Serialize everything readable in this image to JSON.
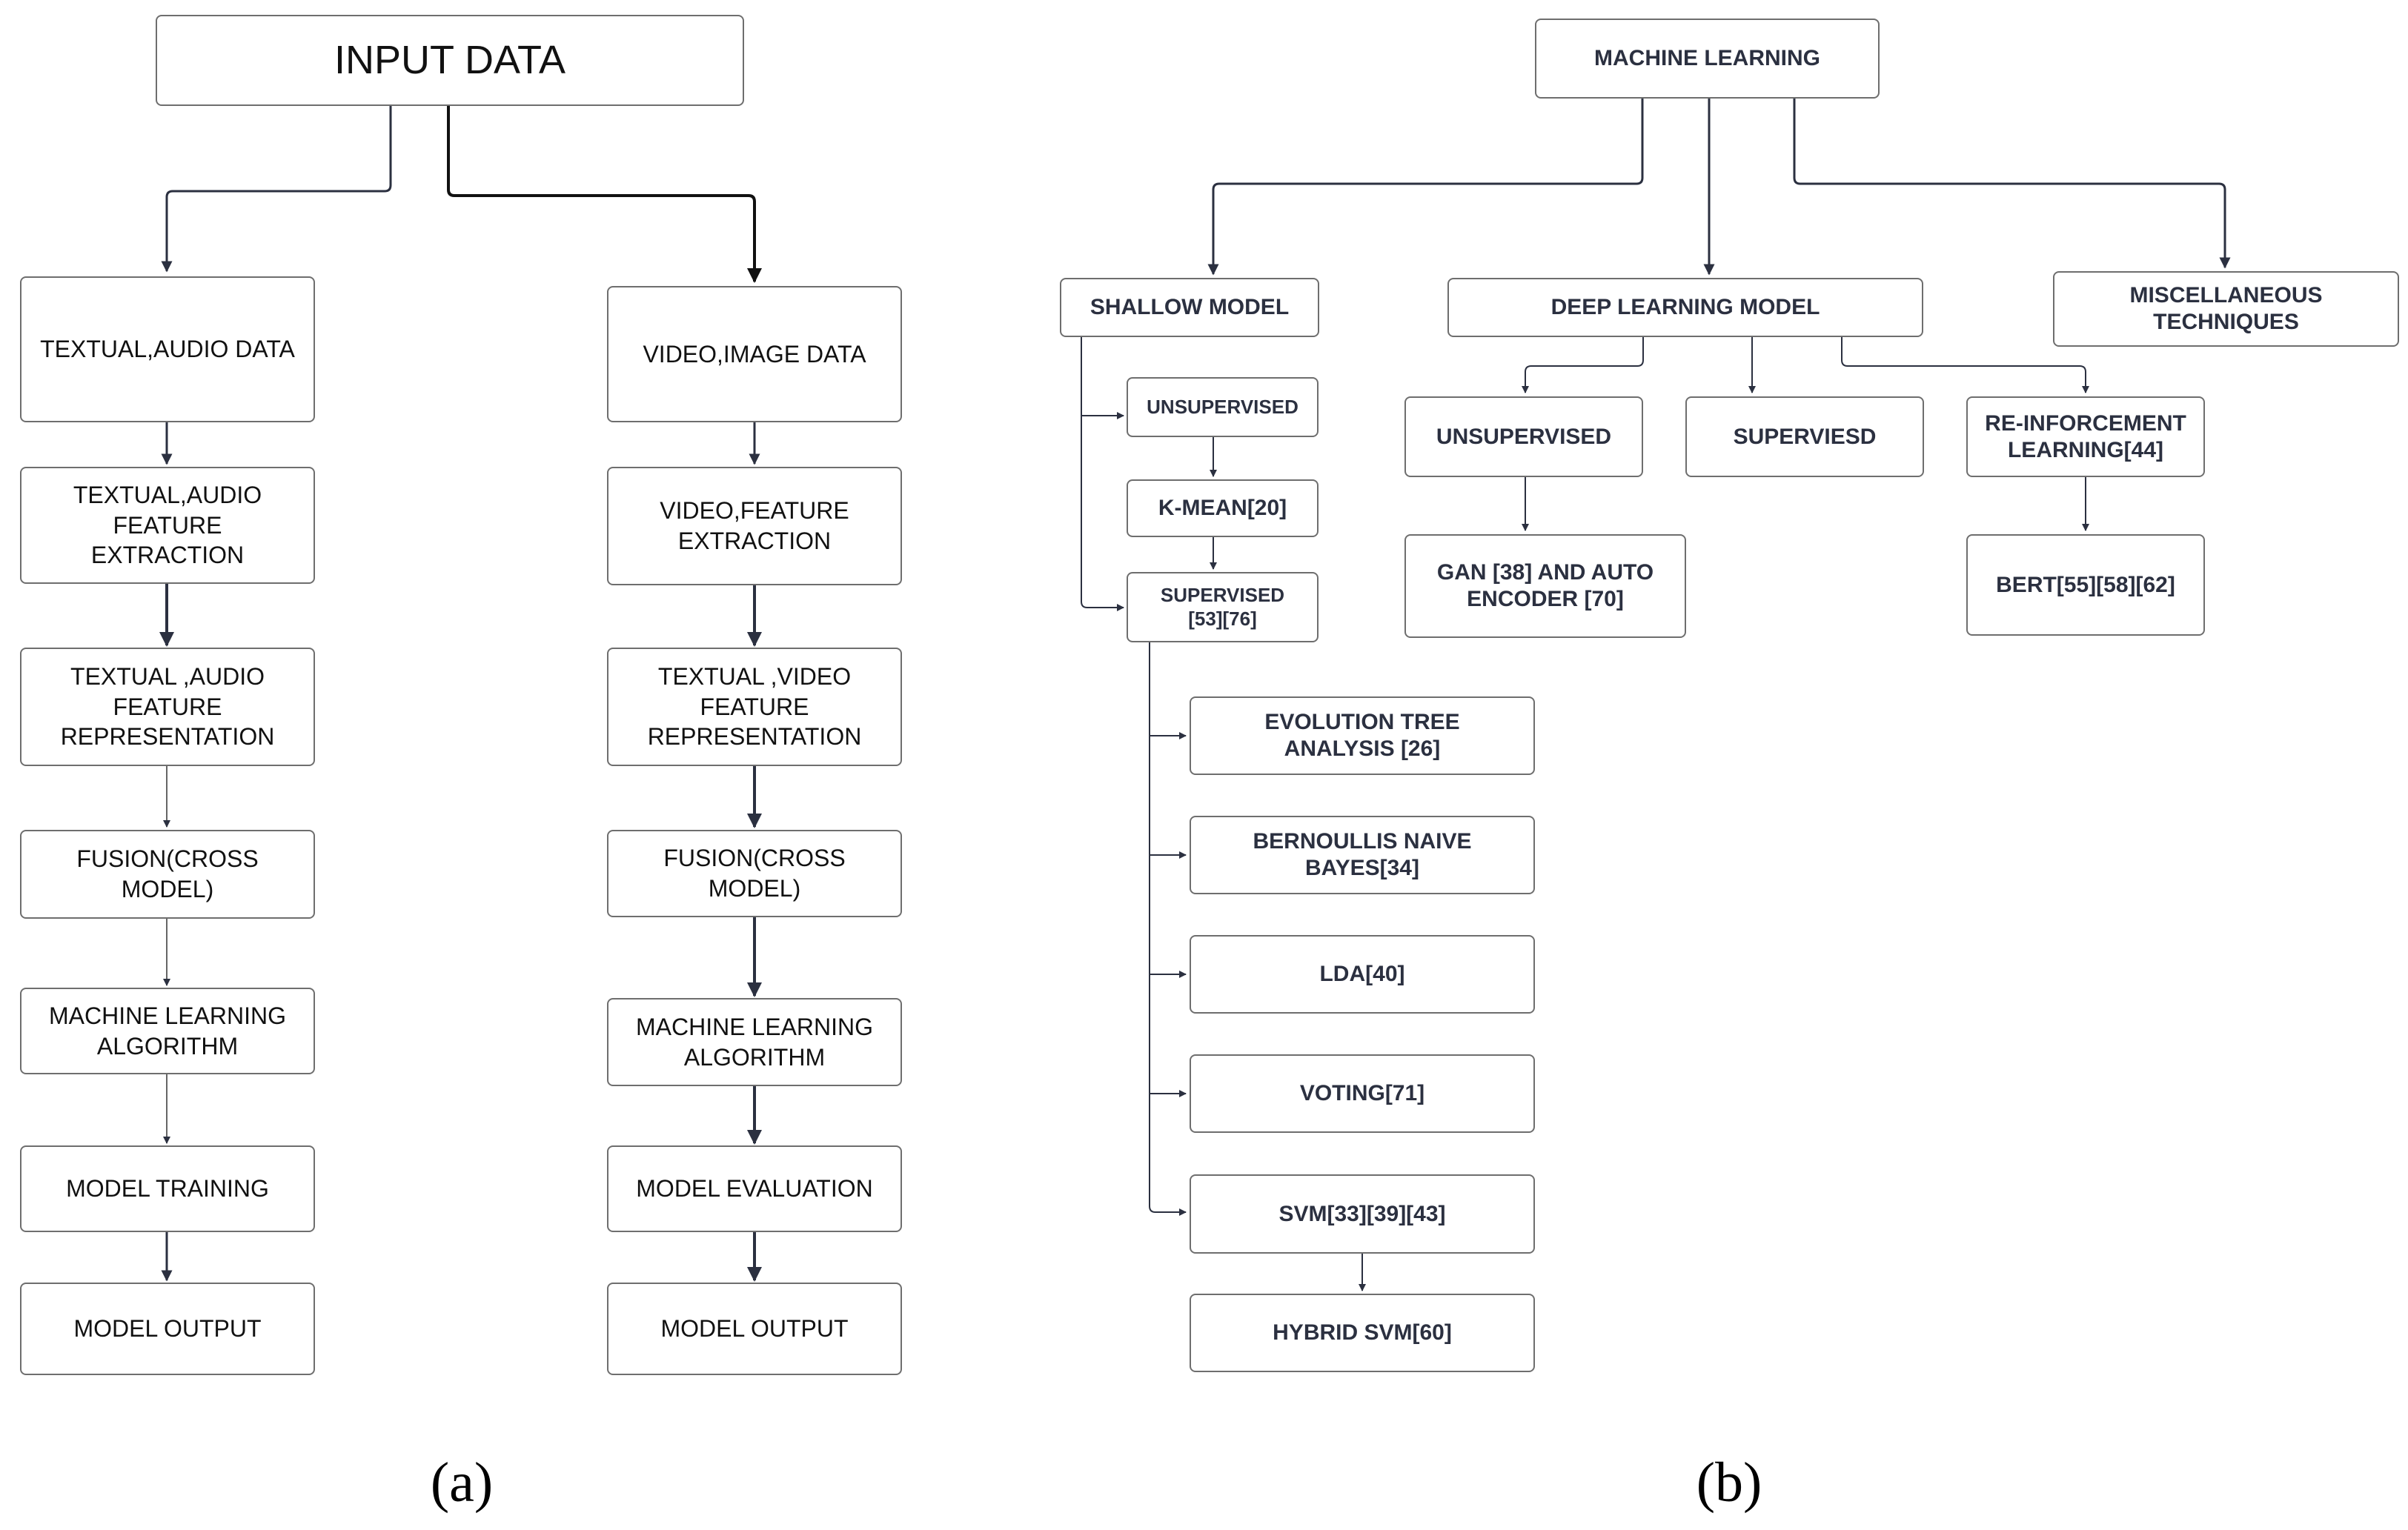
{
  "panel_a": {
    "input": "INPUT DATA",
    "left_column": [
      "TEXTUAL,AUDIO DATA",
      "TEXTUAL,AUDIO\nFEATURE\nEXTRACTION",
      "TEXTUAL ,AUDIO\nFEATURE\nREPRESENTATION",
      "FUSION(CROSS\nMODEL)",
      "MACHINE LEARNING\nALGORITHM",
      "MODEL TRAINING",
      "MODEL OUTPUT"
    ],
    "right_column": [
      "VIDEO,IMAGE DATA",
      "VIDEO,FEATURE\nEXTRACTION",
      "TEXTUAL ,VIDEO\nFEATURE\nREPRESENTATION",
      "FUSION(CROSS\nMODEL)",
      "MACHINE LEARNING\nALGORITHM",
      "MODEL EVALUATION",
      "MODEL OUTPUT"
    ],
    "caption": "(a)"
  },
  "panel_b": {
    "root": "MACHINE LEARNING",
    "shallow_model": "SHALLOW MODEL",
    "deep_learning_model": "DEEP LEARNING MODEL",
    "miscellaneous": "MISCELLANEOUS\nTECHNIQUES",
    "shallow_unsupervised": "UNSUPERVISED",
    "k_mean": "K-MEAN[20]",
    "shallow_supervised": "SUPERVISED\n[53][76]",
    "supervised_methods": [
      "EVOLUTION TREE\nANALYSIS [26]",
      "BERNOULLIS NAIVE\nBAYES[34]",
      "LDA[40]",
      "VOTING[71]",
      "SVM[33][39][43]"
    ],
    "hybrid_svm": "HYBRID SVM[60]",
    "deep_unsupervised": "UNSUPERVISED",
    "deep_supervised": "SUPERVIESD",
    "reinforcement": "RE-INFORCEMENT\nLEARNING[44]",
    "gan": "GAN [38]  AND AUTO\nENCODER [70]",
    "bert": "BERT[55][58][62]",
    "caption": "(b)"
  }
}
